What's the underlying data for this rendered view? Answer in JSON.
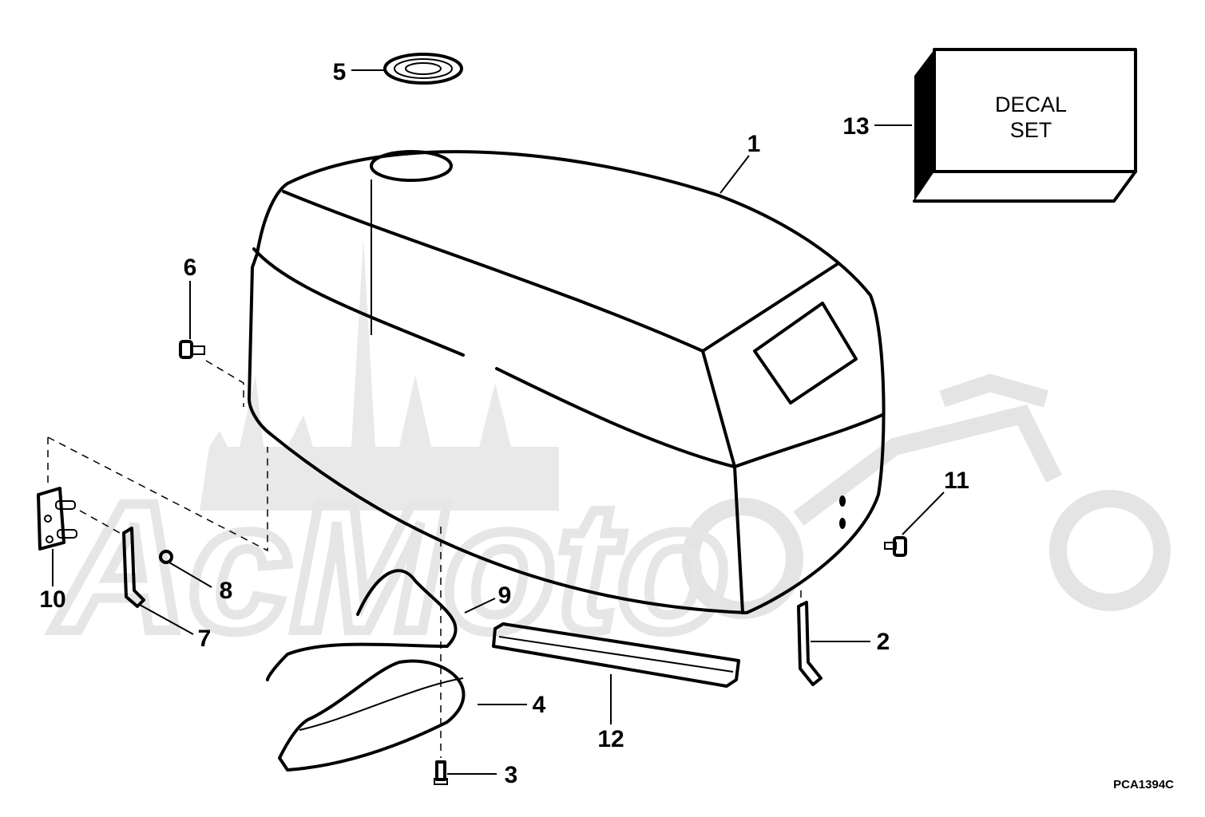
{
  "diagram": {
    "labels": {
      "p1": "1",
      "p2": "2",
      "p3": "3",
      "p4": "4",
      "p5": "5",
      "p6": "6",
      "p7": "7",
      "p8": "8",
      "p9": "9",
      "p10": "10",
      "p11": "11",
      "p12": "12",
      "p13": "13"
    },
    "decal_box": {
      "line1": "DECAL",
      "line2": "SET"
    },
    "drawing_code": "PCA1394C",
    "watermark": "AcMoto"
  }
}
